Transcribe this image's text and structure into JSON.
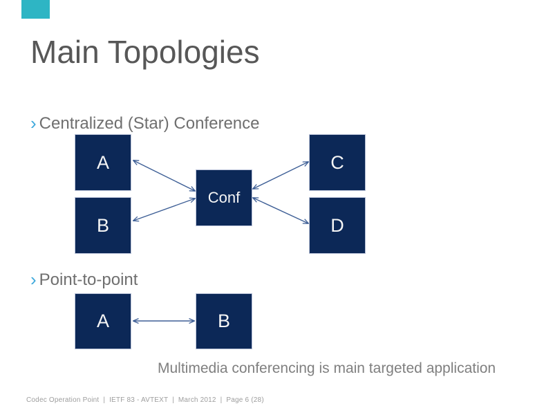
{
  "slide": {
    "title": "Main Topologies",
    "bullet_marker": "›",
    "bullets": {
      "centralized": "Centralized (Star) Conference",
      "p2p": "Point-to-point"
    },
    "caption": "Multimedia conferencing is main targeted application",
    "footer": "Codec Operation Point  |  IETF 83 - AVTEXT  |  March 2012  |  Page 6 (28)"
  },
  "diagrams": {
    "star": {
      "description": "Centralized star conference: endpoints A, B, C, D each connected to central Conf node with bidirectional arrows",
      "nodes": [
        {
          "id": "star-a",
          "label": "A"
        },
        {
          "id": "star-b",
          "label": "B"
        },
        {
          "id": "conf",
          "label": "Conf"
        },
        {
          "id": "star-c",
          "label": "C"
        },
        {
          "id": "star-d",
          "label": "D"
        }
      ],
      "links": [
        "A-Conf",
        "B-Conf",
        "C-Conf",
        "D-Conf"
      ]
    },
    "p2p": {
      "description": "Point-to-point: A connected to B with bidirectional arrow",
      "nodes": [
        {
          "id": "p2p-a",
          "label": "A"
        },
        {
          "id": "p2p-b",
          "label": "B"
        }
      ],
      "links": [
        "A-B"
      ]
    }
  },
  "colors": {
    "accent_teal": "#2eb5c4",
    "node_fill": "#0c2857",
    "node_border": "#b9c2d8",
    "node_text": "#f5f5f5",
    "arrow": "#3e5f96",
    "title_text": "#575757",
    "bullet_text": "#6f6f6f",
    "bullet_marker_blue": "#3fa9dc",
    "caption_text": "#7f7f7f",
    "footer_text": "#9d9d9d"
  }
}
